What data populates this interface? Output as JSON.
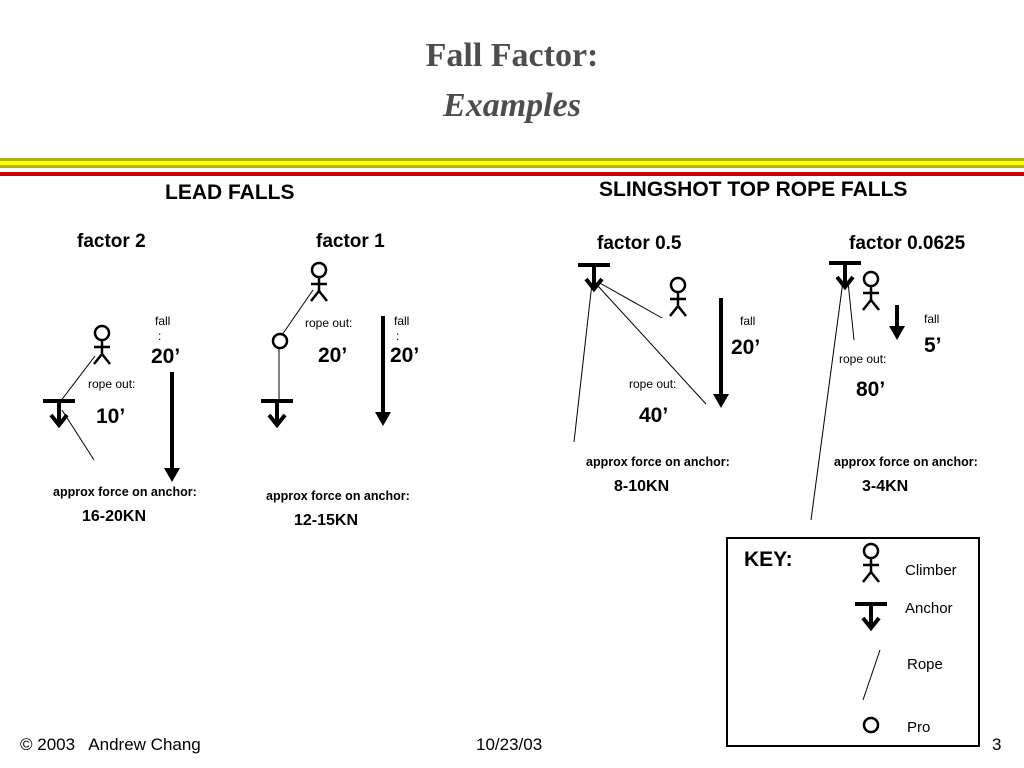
{
  "slide": {
    "title": "Fall Factor:",
    "subtitle": "Examples",
    "colors": {
      "olive_bar": "#b3b300",
      "yellow_bar": "#ffff00",
      "red_line": "#cc0000",
      "title": "#4d4d4d"
    }
  },
  "lead": {
    "heading": "LEAD FALLS",
    "ex1": {
      "factor": "factor 2",
      "fall_label": "fall",
      "colon": ":",
      "fall_value": "20’",
      "rope_label": "rope out:",
      "rope_value": "10’",
      "force_label": "approx force on anchor:",
      "force_value": "16-20KN"
    },
    "ex2": {
      "factor": "factor 1",
      "rope_label": "rope out:",
      "rope_value": "20’",
      "fall_label": "fall",
      "colon": ":",
      "fall_value": "20’",
      "force_label": "approx force on anchor:",
      "force_value": "12-15KN"
    }
  },
  "slingshot": {
    "heading": "SLINGSHOT TOP ROPE FALLS",
    "ex1": {
      "factor": "factor 0.5",
      "fall_label": "fall",
      "fall_value": "20’",
      "rope_label": "rope out:",
      "rope_value": "40’",
      "force_label": "approx force on anchor:",
      "force_value": "8-10KN"
    },
    "ex2": {
      "factor": "factor 0.0625",
      "fall_label": "fall",
      "fall_value": "5’",
      "rope_label": "rope out:",
      "rope_value": "80’",
      "force_label": "approx force on anchor:",
      "force_value": "3-4KN"
    }
  },
  "key": {
    "title": "KEY:",
    "items": [
      {
        "label": "Climber",
        "icon": "climber-icon"
      },
      {
        "label": "Anchor",
        "icon": "anchor-icon"
      },
      {
        "label": "Rope",
        "icon": "rope-icon"
      },
      {
        "label": "Pro",
        "icon": "pro-icon"
      }
    ]
  },
  "footer": {
    "copyright": "© 2003   Andrew Chang",
    "date": "10/23/03",
    "page": "3"
  }
}
